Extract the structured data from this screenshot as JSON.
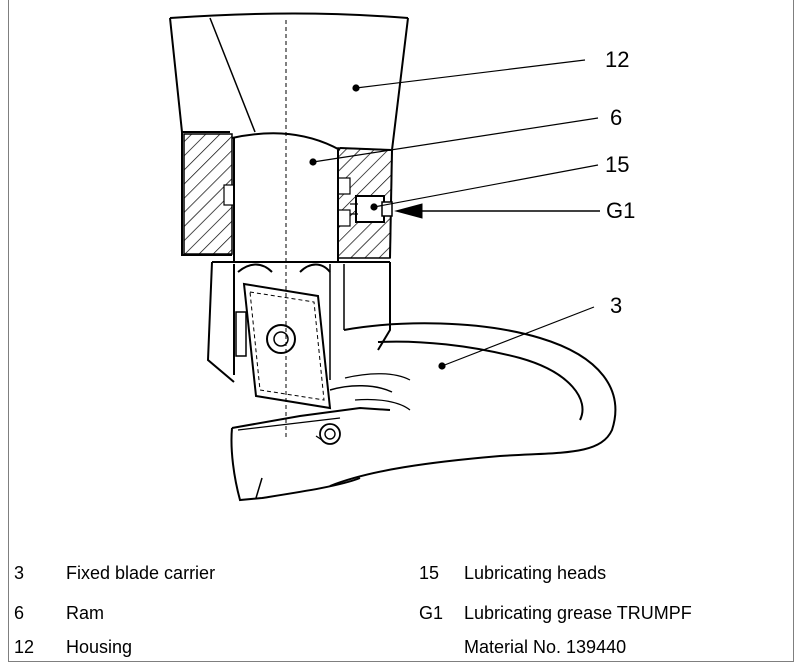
{
  "callouts": [
    {
      "id": "c12",
      "label": "12"
    },
    {
      "id": "c6",
      "label": "6"
    },
    {
      "id": "c15",
      "label": "15"
    },
    {
      "id": "cG1",
      "label": "G1"
    },
    {
      "id": "c3",
      "label": "3"
    }
  ],
  "legend": {
    "left": [
      {
        "num": "3",
        "text": "Fixed blade carrier"
      },
      {
        "num": "6",
        "text": "Ram"
      },
      {
        "num": "12",
        "text": "Housing"
      }
    ],
    "right": [
      {
        "num": "15",
        "text": "Lubricating heads"
      },
      {
        "num": "G1",
        "text": "Lubricating grease TRUMPF"
      },
      {
        "num": "",
        "text": "Material No. 139440"
      }
    ]
  }
}
